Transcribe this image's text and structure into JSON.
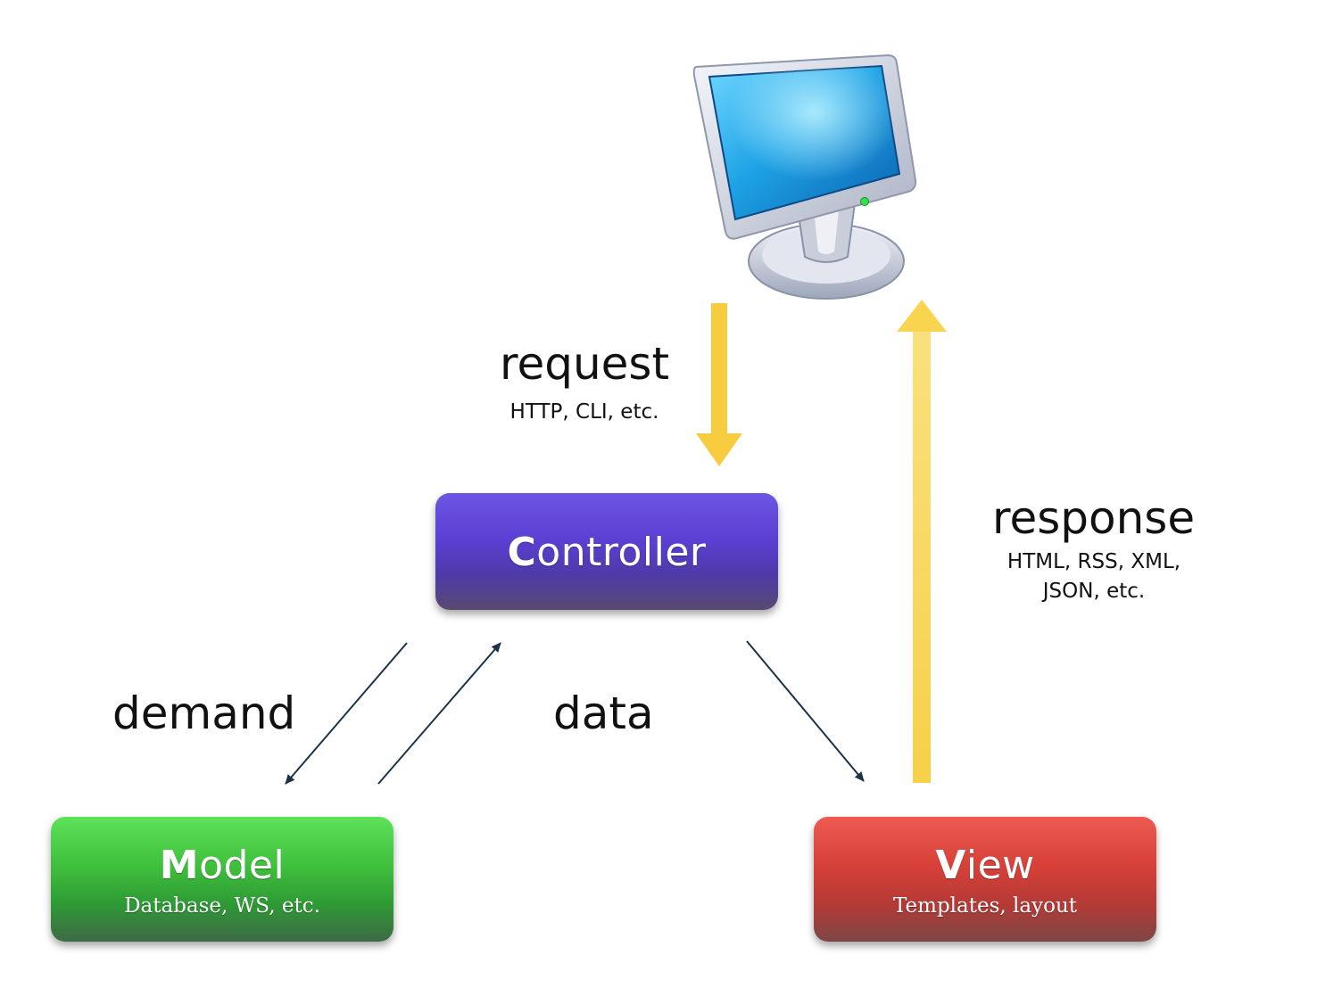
{
  "controller": {
    "initial": "C",
    "rest": "ontroller"
  },
  "model": {
    "initial": "M",
    "rest": "odel",
    "subtitle": "Database, WS, etc."
  },
  "view": {
    "initial": "V",
    "rest": "iew",
    "subtitle": "Templates, layout"
  },
  "request": {
    "label": "request",
    "detail": "HTTP, CLI, etc."
  },
  "response": {
    "label": "response",
    "detail_line1": "HTML, RSS, XML,",
    "detail_line2": "JSON, etc."
  },
  "demand": {
    "label": "demand"
  },
  "data": {
    "label": "data"
  },
  "colors": {
    "controller": "#5b3fd3",
    "model": "#3fbf3c",
    "view": "#d64038",
    "flow_arrow": "#f7cd3f",
    "link_arrow": "#1c3347"
  },
  "icons": {
    "client": "computer-monitor-icon"
  }
}
